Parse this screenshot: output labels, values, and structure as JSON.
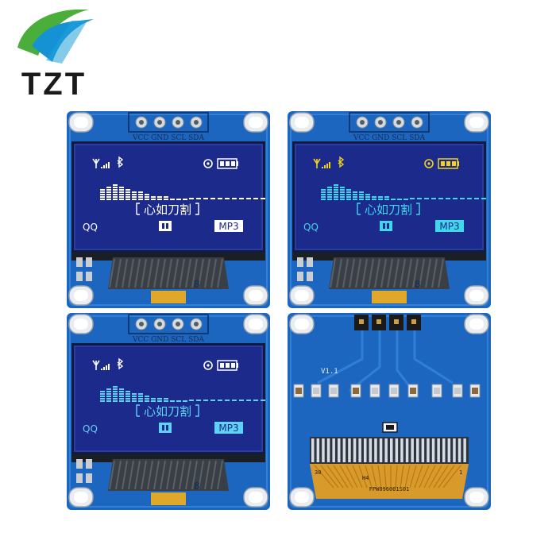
{
  "brand": {
    "name": "TZT",
    "colors": {
      "green": "#4cae3a",
      "blue": "#1592d3",
      "dark": "#1a1a1a"
    }
  },
  "pin_labels": [
    "VCC",
    "GND",
    "SCL",
    "SDA"
  ],
  "screen": {
    "bluetooth_icon": "bluetooth-icon",
    "signal_icon": "signal-icon",
    "battery_icon": "battery-icon",
    "song_title": "心如刀割",
    "left_label": "QQ",
    "right_label": "MP3",
    "digit_mark": "8"
  },
  "modules": [
    {
      "variant": "white",
      "top_color": "#ffffff",
      "body_color": "#ffffff"
    },
    {
      "variant": "yellow-blue",
      "top_color": "#f2d21a",
      "body_color": "#3fd7ea"
    },
    {
      "variant": "blue",
      "top_color": "#ffffff",
      "body_color": "#5fd2f5"
    }
  ],
  "board_back": {
    "version": "V1.1",
    "fpc_code": "FPW096001S01",
    "pin_30": "30",
    "pin_1": "1",
    "mark": "H4"
  }
}
